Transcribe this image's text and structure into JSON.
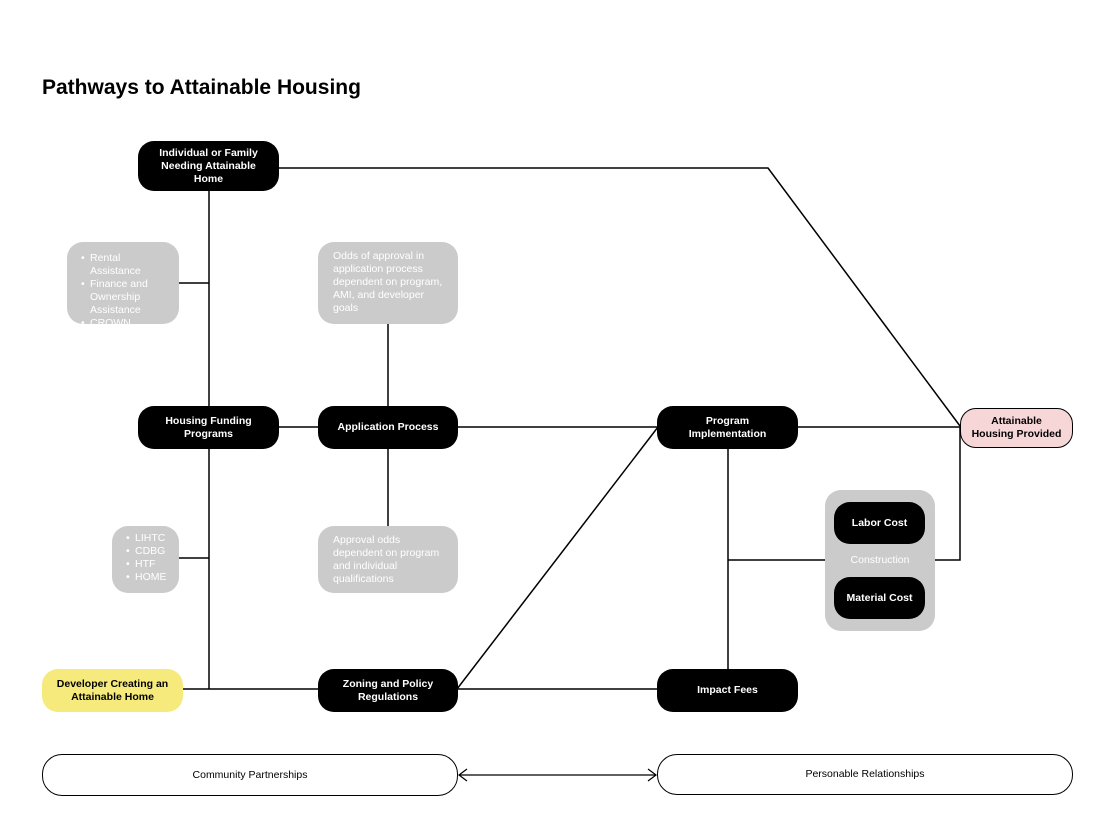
{
  "title": "Pathways to Attainable Housing",
  "nodes": {
    "individual": "Individual or Family Needing Attainable Home",
    "housing_funding": "Housing Funding Programs",
    "application_process": "Application Process",
    "program_implementation": "Program Implementation",
    "attainable_housing": "Attainable Housing Provided",
    "developer": "Developer Creating an Attainable Home",
    "zoning": "Zoning and Policy Regulations",
    "impact_fees": "Impact Fees",
    "labor_cost": "Labor Cost",
    "material_cost": "Material Cost",
    "construction": "Construction",
    "community_partnerships": "Community Partnerships",
    "personable_relationships": "Personable Relationships"
  },
  "notes": {
    "assistance_list": [
      "Rental Assistance",
      "Finance and Ownership Assistance",
      "CROWN"
    ],
    "funding_list": [
      "LIHTC",
      "CDBG",
      "HTF",
      "HOME"
    ],
    "approval_odds_top": "Odds of approval in application process dependent on program, AMI, and developer goals",
    "approval_odds_bottom": "Approval odds dependent on program and individual qualifications"
  },
  "colors": {
    "dark_node": "#000000",
    "note_grey": "#cbcbcb",
    "developer_yellow": "#f6ea7d",
    "outcome_pink": "#f7d6d8"
  }
}
